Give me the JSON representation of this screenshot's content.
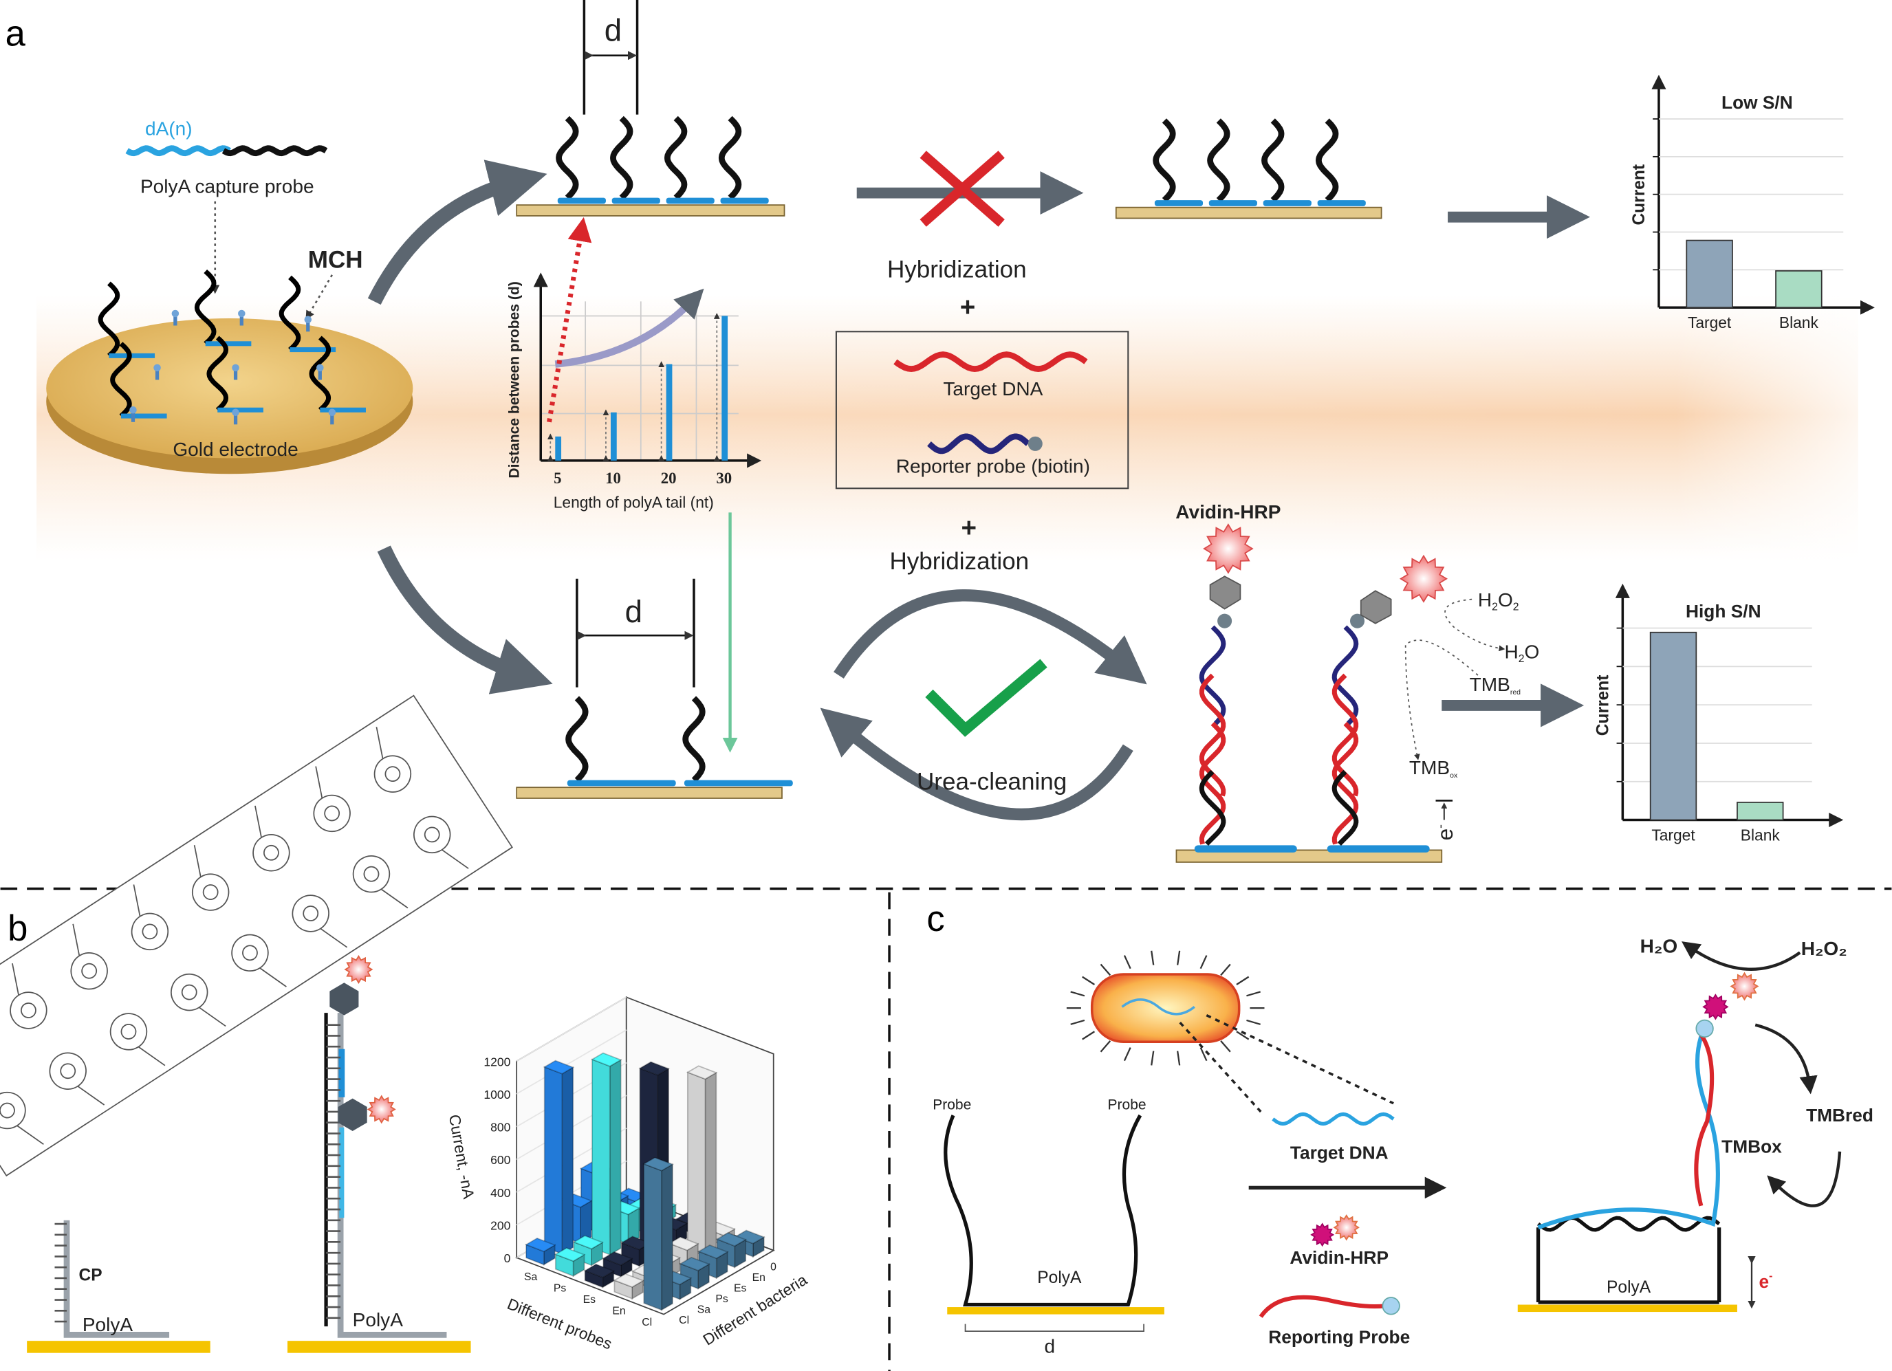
{
  "panels": {
    "a": "a",
    "b": "b",
    "c": "c"
  },
  "panel_a": {
    "capture_probe_tag": "dA(n)",
    "capture_probe_label": "PolyA capture probe",
    "mch_label": "MCH",
    "electrode_label": "Gold electrode",
    "distance_label": "d",
    "hybridization_top": "Hybridization",
    "plus_top": "+",
    "target_dna": "Target DNA",
    "reporter_probe": "Reporter probe (biotin)",
    "plus_bottom": "+",
    "hybridization_bottom": "Hybridization",
    "urea_cleaning": "Urea-cleaning",
    "avidin_hrp": "Avidin-HRP",
    "h2o2": {
      "main": "H",
      "sub1": "2",
      "o": "O",
      "sub2": "2"
    },
    "h2o": {
      "main": "H",
      "sub": "2",
      "o": "O"
    },
    "tmb_red": {
      "main": "TMB",
      "sub": "red"
    },
    "tmb_ox": {
      "main": "TMB",
      "sub": "ox"
    },
    "electron": "e",
    "electron_sup": "-",
    "colors": {
      "blue_probe": "#1f8fd6",
      "gold": "#e3c98a",
      "red_cross": "#d9262b",
      "check": "#17a04a",
      "arrow": "#5c6670"
    }
  },
  "chart_data": [
    {
      "type": "bar",
      "title": "",
      "xlabel": "Length of polyA tail (nt)",
      "ylabel": "Distance between probes (d)",
      "categories": [
        "5",
        "10",
        "20",
        "30"
      ],
      "values": [
        1,
        2,
        4,
        6
      ],
      "note": "",
      "color": "#1f8fd6"
    },
    {
      "type": "bar",
      "title": "Low S/N",
      "ylabel": "Current",
      "categories": [
        "Target",
        "Blank"
      ],
      "values": [
        0.55,
        0.3
      ],
      "colors": [
        "#8ea4b8",
        "#a9dcc3"
      ],
      "ylim": [
        0,
        1.7
      ],
      "grid": true
    },
    {
      "type": "bar",
      "title": "High S/N",
      "ylabel": "Current",
      "categories": [
        "Target",
        "Blank"
      ],
      "values": [
        1.6,
        0.15
      ],
      "colors": [
        "#8ea4b8",
        "#a9dcc3"
      ],
      "ylim": [
        0,
        1.8
      ],
      "grid": true
    },
    {
      "type": "bar3d",
      "zlabel": "Current, -nA",
      "xlabel": "Different probes",
      "ylabel": "Different bacteria",
      "zticks": [
        "0",
        "200",
        "400",
        "600",
        "800",
        "1000",
        "1200"
      ],
      "zlim": [
        0,
        1200
      ],
      "probes": [
        "Sa",
        "Ps",
        "Es",
        "En",
        "Cl"
      ],
      "bacteria": [
        "Cl",
        "Sa",
        "Ps",
        "Es",
        "En",
        "0"
      ],
      "probe_colors": [
        "#1f6fc4",
        "#3cc7c7",
        "#1a2238",
        "#bdbdbd",
        "#3d6a8a"
      ],
      "values": [
        [
          80,
          1100,
          220,
          350,
          120,
          60
        ],
        [
          90,
          100,
          1150,
          180,
          130,
          70
        ],
        [
          60,
          70,
          100,
          1100,
          90,
          50
        ],
        [
          70,
          60,
          80,
          100,
          1080,
          60
        ],
        [
          850,
          90,
          110,
          120,
          130,
          80
        ]
      ]
    }
  ],
  "panel_b": {
    "cp_label": "CP",
    "polya_left": "PolyA",
    "polya_right": "PolyA"
  },
  "panel_c": {
    "probe_left": "Probe",
    "probe_right": "Probe",
    "polya_left": "PolyA",
    "distance_label": "d",
    "target_dna": "Target DNA",
    "avidin_hrp": "Avidin-HRP",
    "reporting_probe": "Reporting Probe",
    "polya_right": "PolyA",
    "h2o": "H₂O",
    "h2o2": "H₂O₂",
    "tmb_red": "TMBred",
    "tmb_ox": "TMBox",
    "electron": "e",
    "electron_sup": "-"
  }
}
